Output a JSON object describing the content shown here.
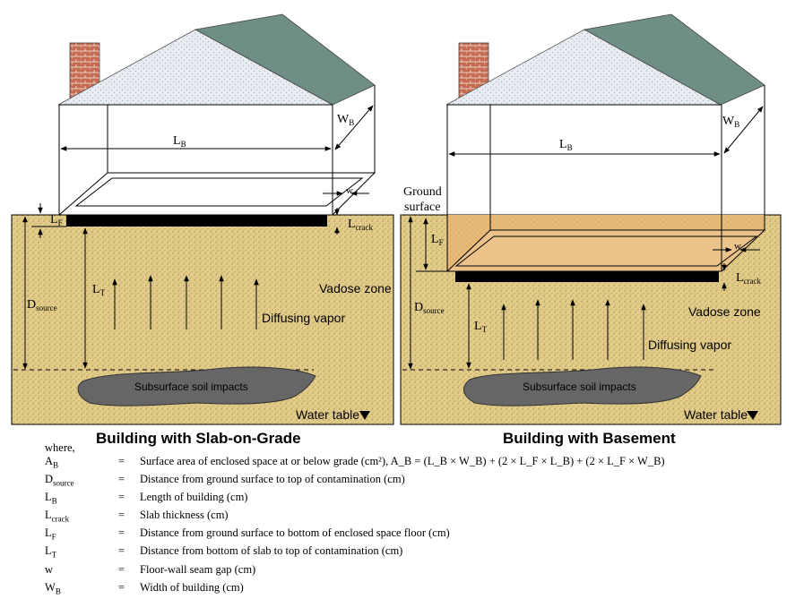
{
  "left_panel": {
    "title": "Building with Slab-on-Grade",
    "label_lb": "L",
    "label_lb_sub": "B",
    "label_wb": "W",
    "label_wb_sub": "B",
    "label_w": "w",
    "label_lf": "L",
    "label_lf_sub": "F",
    "label_lcrack": "L",
    "label_lcrack_sub": "crack",
    "label_lt": "L",
    "label_lt_sub": "T",
    "label_dsource": "D",
    "label_dsource_sub": "source",
    "vadose": "Vadose zone",
    "diffusing": "Diffusing vapor",
    "soil": "Subsurface soil impacts",
    "water": "Water table"
  },
  "right_panel": {
    "title": "Building with Basement",
    "ground_line1": "Ground",
    "ground_line2": "surface",
    "label_lb": "L",
    "label_lb_sub": "B",
    "label_wb": "W",
    "label_wb_sub": "B",
    "label_w": "w",
    "label_lf": "L",
    "label_lf_sub": "F",
    "label_lcrack": "L",
    "label_lcrack_sub": "crack",
    "label_lt": "L",
    "label_lt_sub": "T",
    "label_dsource": "D",
    "label_dsource_sub": "source",
    "vadose": "Vadose zone",
    "diffusing": "Diffusing vapor",
    "soil": "Subsurface soil impacts",
    "water": "Water table"
  },
  "legend": {
    "where": "where,",
    "rows": [
      {
        "sym": "A",
        "sub": "B",
        "desc": "Surface area of enclosed space at or below grade (cm²), A_B = (L_B × W_B) + (2 × L_F × L_B) + (2 × L_F × W_B)"
      },
      {
        "sym": "D",
        "sub": "source",
        "desc": "Distance from ground surface to top of contamination (cm)"
      },
      {
        "sym": "L",
        "sub": "B",
        "desc": "Length of building (cm)"
      },
      {
        "sym": "L",
        "sub": "crack",
        "desc": "Slab thickness (cm)"
      },
      {
        "sym": "L",
        "sub": "F",
        "desc": "Distance from ground surface to bottom of enclosed space floor (cm)"
      },
      {
        "sym": "L",
        "sub": "T",
        "desc": "Distance from bottom of slab to top of contamination (cm)"
      },
      {
        "sym": "w",
        "sub": "",
        "desc": "Floor-wall seam gap (cm)"
      },
      {
        "sym": "W",
        "sub": "B",
        "desc": "Width of building (cm)"
      }
    ],
    "equals": "="
  },
  "colors": {
    "soil": "#e2cc8a",
    "basement_fill": "#e6b979",
    "roof_front": "#e9edf2",
    "roof_side": "#6f8f86",
    "chimney": "#c66a52",
    "contamination": "#666666",
    "slab": "#000000"
  }
}
